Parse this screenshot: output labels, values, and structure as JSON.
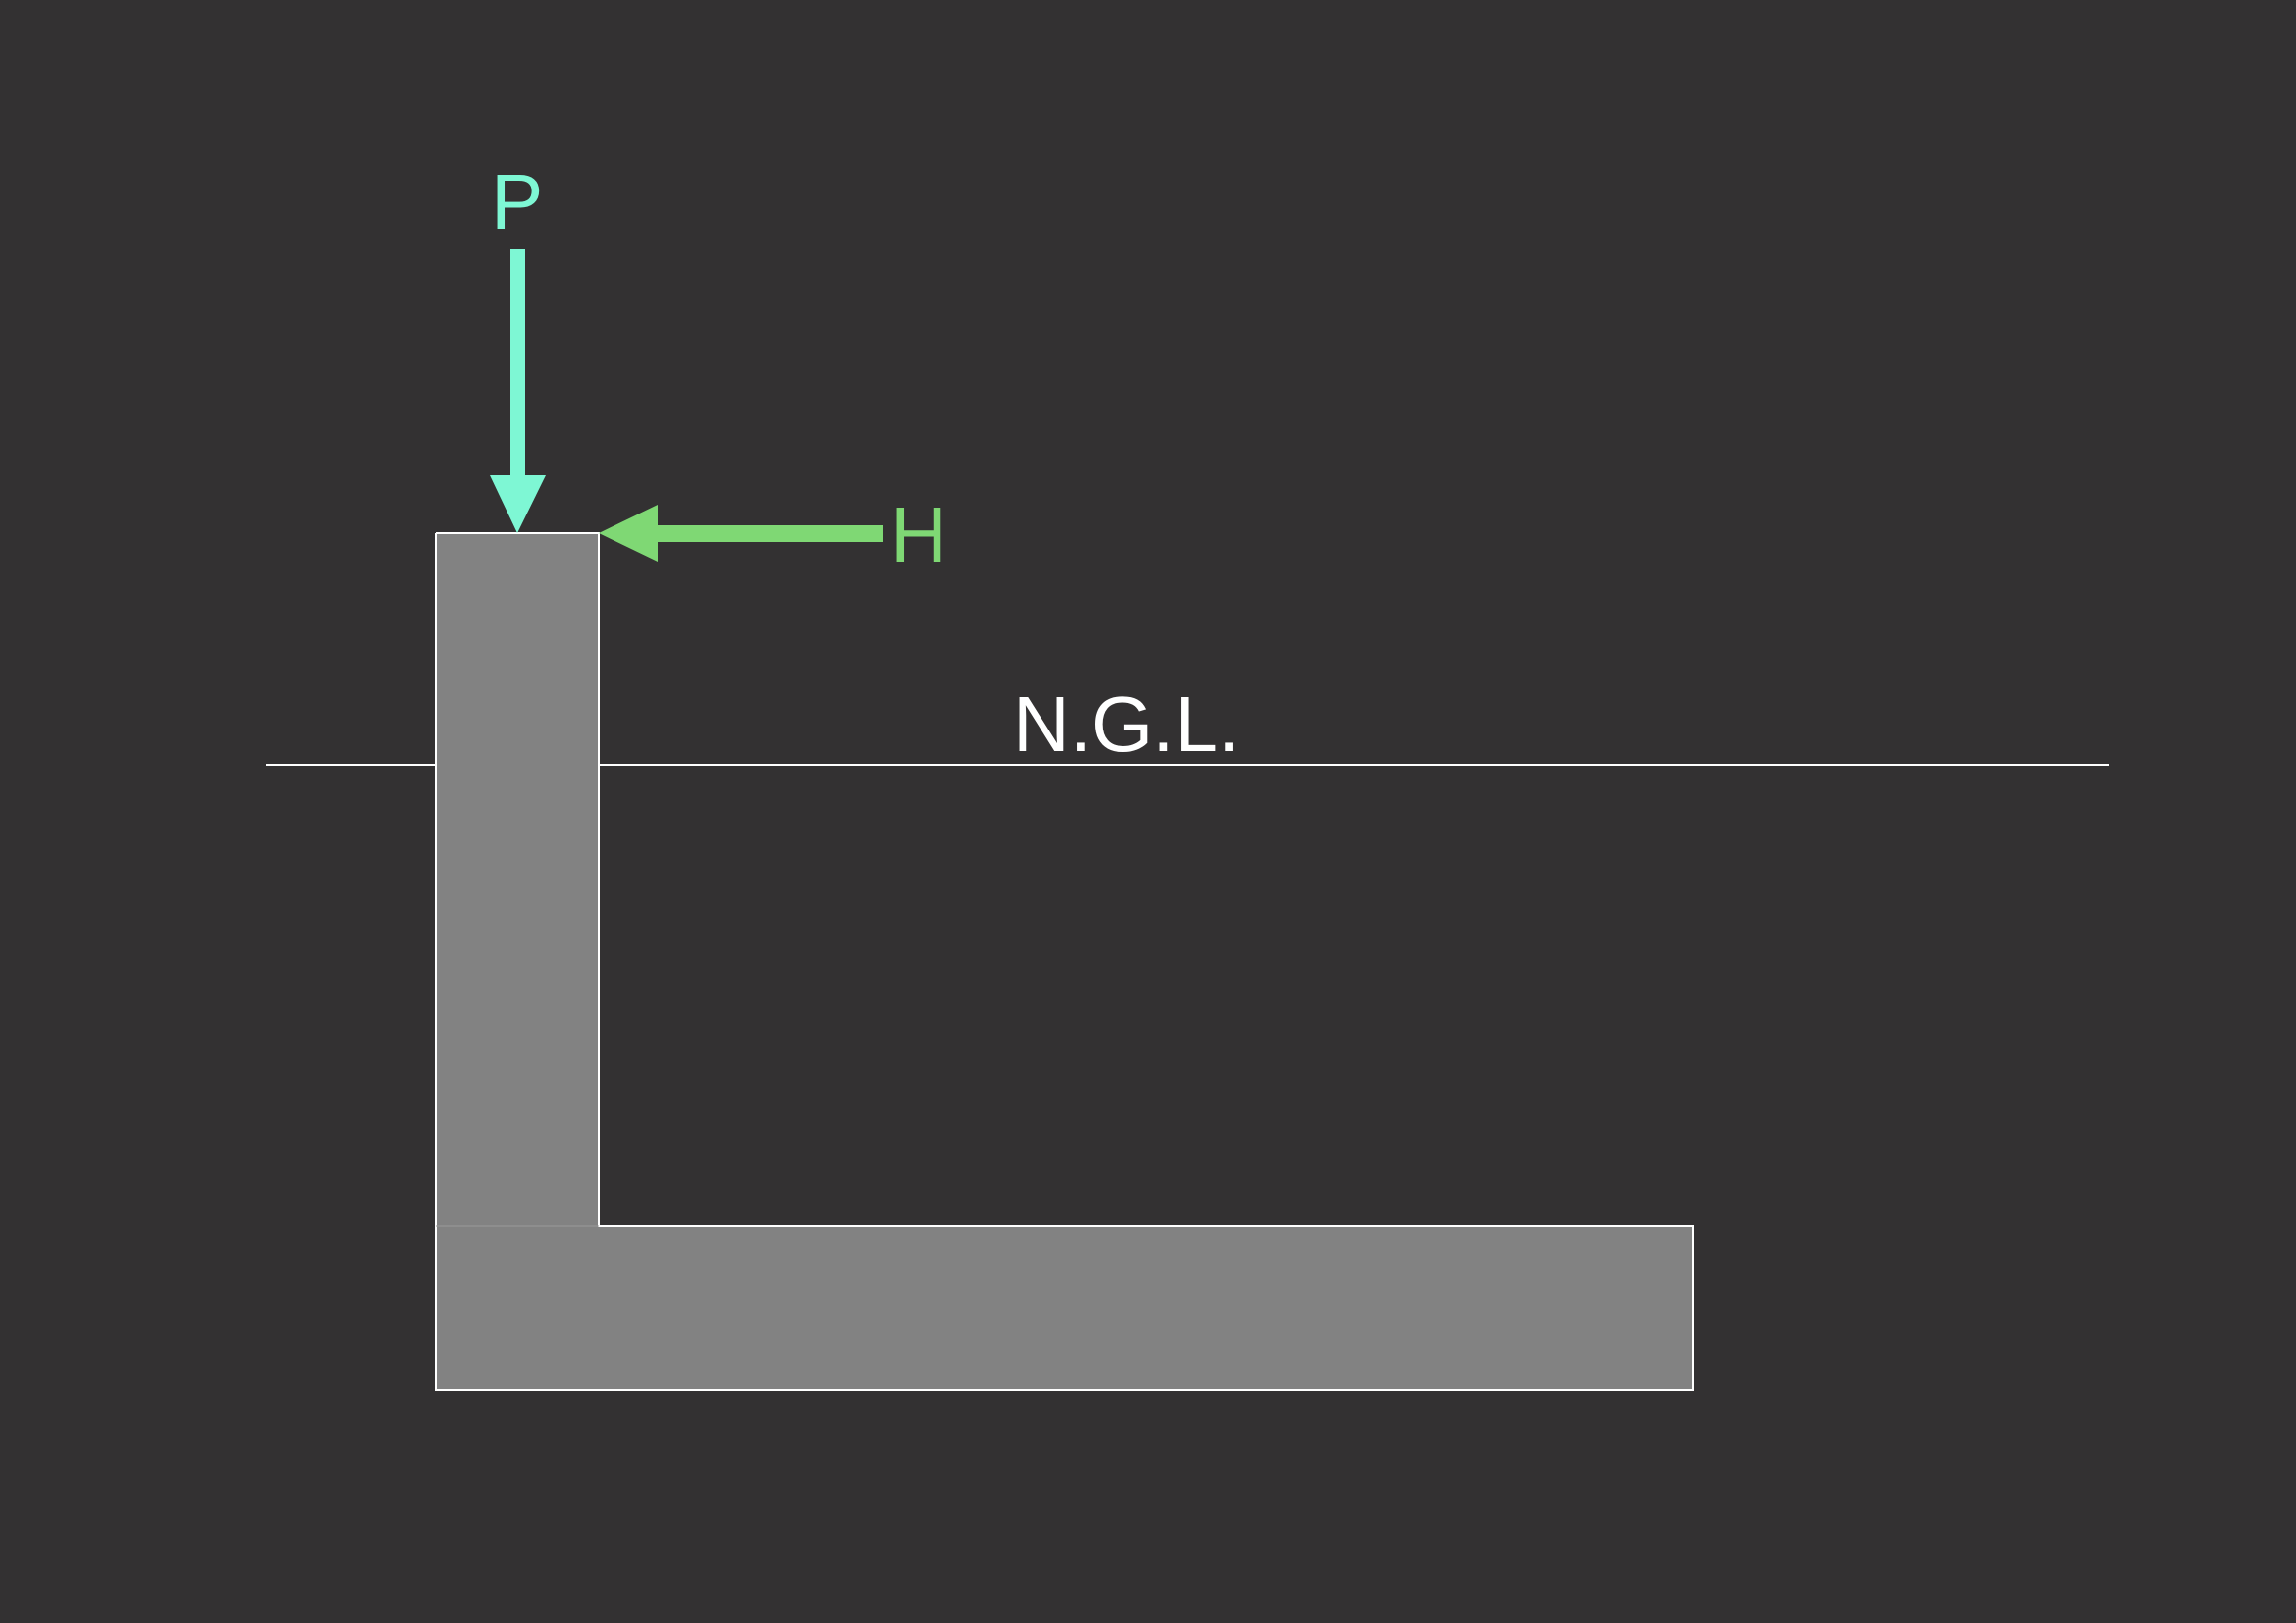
{
  "diagram": {
    "background_color": "#333132",
    "labels": {
      "vertical_load": "P",
      "horizontal_load": "H",
      "ground_level": "N.G.L."
    },
    "colors": {
      "footing_fill": "#828282",
      "outline": "#ffffff",
      "vertical_load_arrow": "#7ef7d4",
      "horizontal_load_arrow": "#7fd874",
      "ground_line": "#ffffff",
      "label_text": "#ffffff"
    }
  }
}
